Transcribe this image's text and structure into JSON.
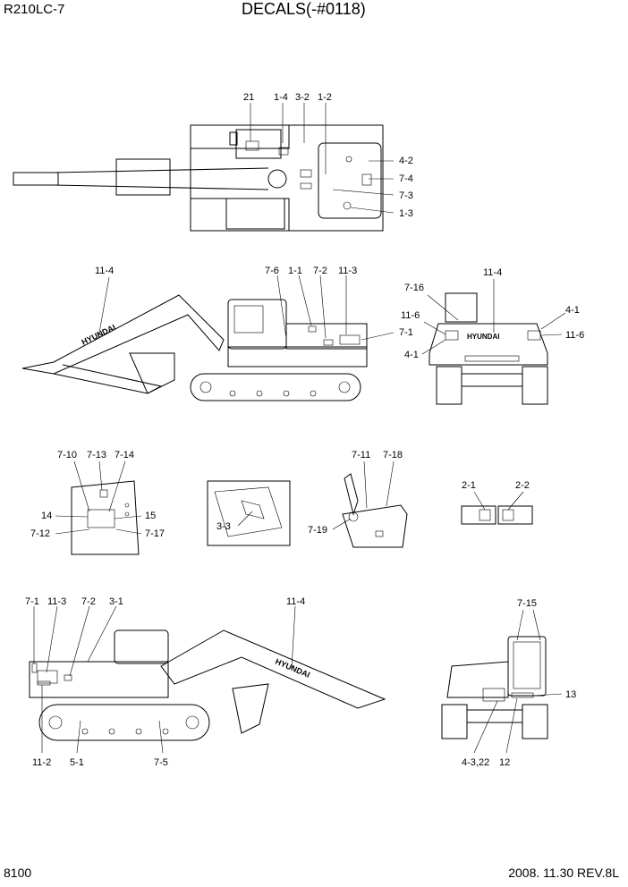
{
  "header": {
    "model": "R210LC-7",
    "title": "DECALS(-#0118)"
  },
  "footer": {
    "page": "8100",
    "revision": "2008. 11.30  REV.8L"
  },
  "views": {
    "top": {
      "labels": [
        "21",
        "1-4",
        "3-2",
        "1-2",
        "4-2",
        "7-4",
        "7-3",
        "1-3"
      ]
    },
    "side_left": {
      "labels": [
        "11-4",
        "7-6",
        "1-1",
        "7-2",
        "11-3",
        "7-1"
      ]
    },
    "rear": {
      "labels": [
        "7-16",
        "11-4",
        "11-6",
        "4-1",
        "11-6",
        "4-1"
      ]
    },
    "cab_interior": {
      "labels": [
        "7-10",
        "7-13",
        "7-14",
        "14",
        "15",
        "7-12",
        "7-17"
      ]
    },
    "detail_3_3": {
      "labels": [
        "3-3"
      ]
    },
    "joystick": {
      "labels": [
        "7-11",
        "7-18",
        "7-19"
      ]
    },
    "cover_decals": {
      "labels": [
        "2-1",
        "2-2"
      ]
    },
    "side_right": {
      "labels": [
        "7-1",
        "11-3",
        "7-2",
        "3-1",
        "11-4",
        "11-2",
        "5-1",
        "7-5"
      ]
    },
    "front": {
      "labels": [
        "7-15",
        "13",
        "4-3,22",
        "12"
      ]
    }
  },
  "brand_mark": "HYUNDAI"
}
